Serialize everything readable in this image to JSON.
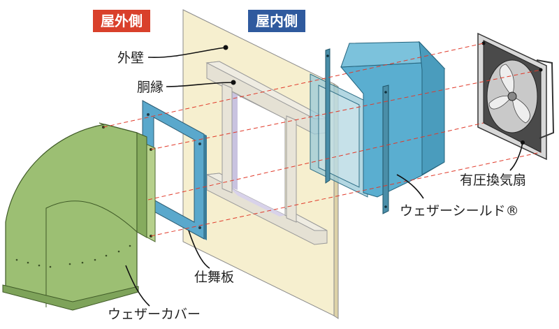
{
  "header": {
    "outdoor_tag": "屋外側",
    "indoor_tag": "屋内側"
  },
  "labels": {
    "outer_wall": "外壁",
    "frame_edge": "胴縁",
    "finishing_board": "仕舞板",
    "weather_cover": "ウェザーカバー",
    "weather_shield": "ウェザーシールド®",
    "pressure_fan": "有圧換気扇"
  },
  "colors": {
    "outdoor_tag": "#d9402b",
    "indoor_tag": "#2f5a9e",
    "wall": "#f6efcf",
    "cover": "#9cbf73",
    "board": "#5aa8cc",
    "shield": "#5aaed0",
    "guide": "#e03a2a"
  }
}
